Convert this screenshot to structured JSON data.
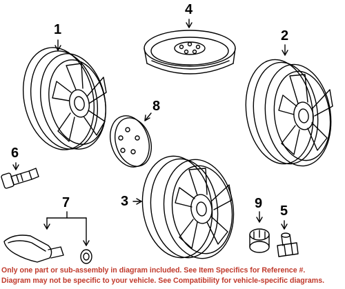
{
  "callouts": {
    "c1": "1",
    "c2": "2",
    "c3": "3",
    "c4": "4",
    "c5": "5",
    "c6": "6",
    "c7": "7",
    "c8": "8",
    "c9": "9"
  },
  "footer": {
    "line1": "Only one part or sub-assembly in diagram included. See Item Specifics for Reference #.",
    "line2": "Diagram may not be specific to your vehicle. See Compatibility for vehicle-specific diagrams."
  },
  "colors": {
    "footer_text": "#c0392b",
    "line_art": "#000000",
    "background": "#ffffff"
  }
}
